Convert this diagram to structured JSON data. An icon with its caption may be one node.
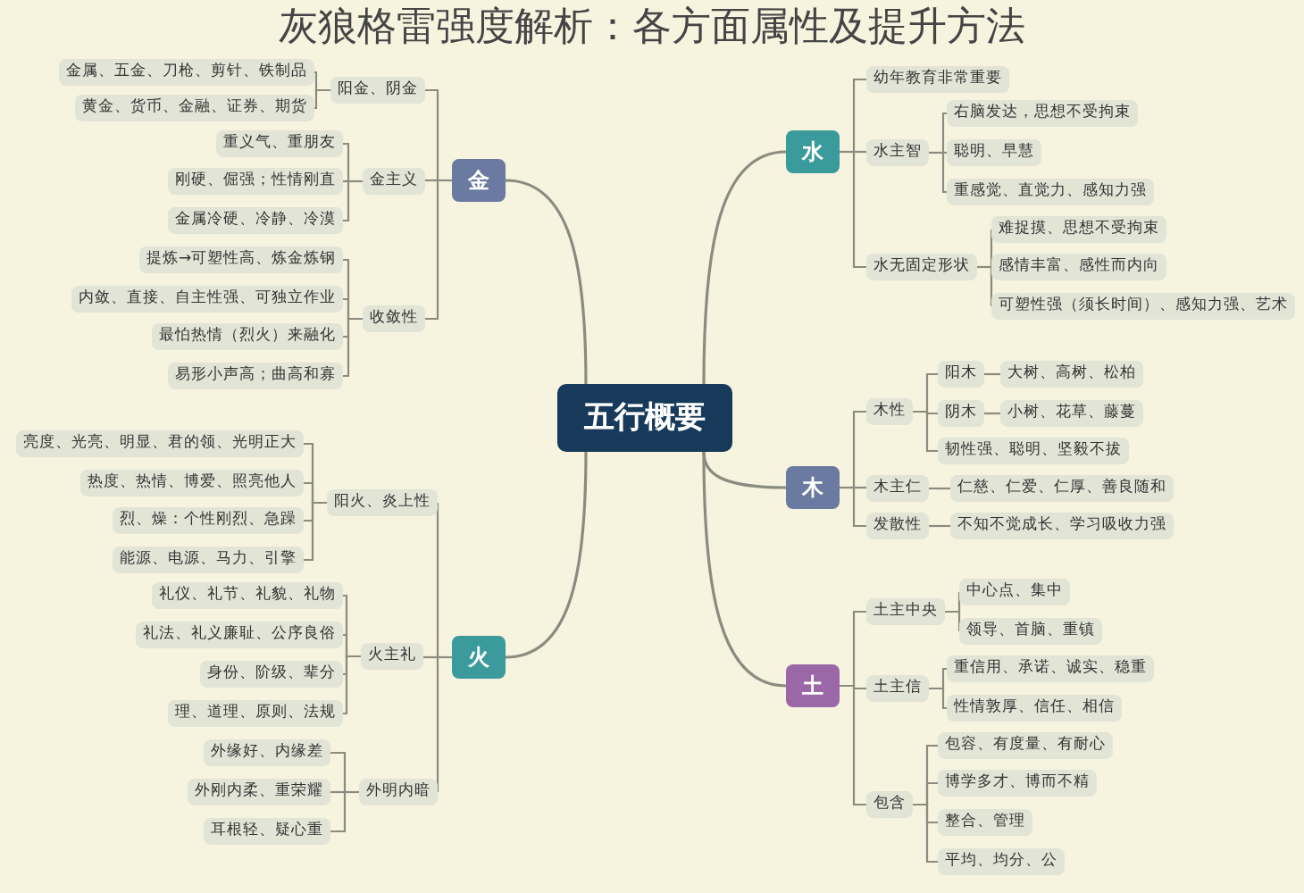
{
  "diagram": {
    "title": "灰狼格雷强度解析：各方面属性及提升方法",
    "nodes": [
      {
        "text": [
          "五行概要"
        ]
      },
      {
        "text": [
          "金"
        ]
      },
      {
        "text": [
          "阳金、阴金"
        ]
      },
      {
        "text": [
          "金属、五金、刀枪、剪针、铁制品"
        ]
      },
      {
        "text": [
          "黄金、货币、金融、证券、期货"
        ]
      },
      {
        "text": [
          "金主义"
        ]
      },
      {
        "text": [
          "重义气、重朋友"
        ]
      },
      {
        "text": [
          "刚硬、倔强；性情刚直"
        ]
      },
      {
        "text": [
          "金属冷硬、冷静、冷漠"
        ]
      },
      {
        "text": [
          "收敛性"
        ]
      },
      {
        "text": [
          "提炼→可塑性高、炼金炼钢"
        ]
      },
      {
        "text": [
          "内敛、直接、自主性强、可独立作业"
        ]
      },
      {
        "text": [
          "最怕热情（烈火）来融化"
        ]
      },
      {
        "text": [
          "易形小声高；曲高和寡"
        ]
      },
      {
        "text": [
          "火"
        ]
      },
      {
        "text": [
          "阳火、炎上性"
        ]
      },
      {
        "text": [
          "亮度、光亮、明显、君的领、光明正大"
        ]
      },
      {
        "text": [
          "热度、热情、博爱、照亮他人"
        ]
      },
      {
        "text": [
          "烈、燥：个性刚烈、急躁"
        ]
      },
      {
        "text": [
          "能源、电源、马力、引擎"
        ]
      },
      {
        "text": [
          "火主礼"
        ]
      },
      {
        "text": [
          "礼仪、礼节、礼貌、礼物"
        ]
      },
      {
        "text": [
          "礼法、礼义廉耻、公序良俗"
        ]
      },
      {
        "text": [
          "身份、阶级、辈分"
        ]
      },
      {
        "text": [
          "理、道理、原则、法规"
        ]
      },
      {
        "text": [
          "外明内暗"
        ]
      },
      {
        "text": [
          "外缘好、内缘差"
        ]
      },
      {
        "text": [
          "外刚内柔、重荣耀"
        ]
      },
      {
        "text": [
          "耳根轻、疑心重"
        ]
      },
      {
        "text": [
          "水"
        ]
      },
      {
        "text": [
          "幼年教育非常重要"
        ]
      },
      {
        "text": [
          "水主智"
        ]
      },
      {
        "text": [
          "右脑发达，思想不受拘束"
        ]
      },
      {
        "text": [
          "聪明、早慧"
        ]
      },
      {
        "text": [
          "重感觉、直觉力、感知力强"
        ]
      },
      {
        "text": [
          "水无固定形状"
        ]
      },
      {
        "text": [
          "难捉摸、思想不受拘束"
        ]
      },
      {
        "text": [
          "感情丰富、感性而内向"
        ]
      },
      {
        "text": [
          "可塑性强（须长时间）、感知力强、艺术"
        ]
      },
      {
        "text": [
          "木"
        ]
      },
      {
        "text": [
          "木性"
        ]
      },
      {
        "text": [
          "阳木"
        ]
      },
      {
        "text": [
          "大树、高树、松柏"
        ]
      },
      {
        "text": [
          "阴木"
        ]
      },
      {
        "text": [
          "小树、花草、藤蔓"
        ]
      },
      {
        "text": [
          "韧性强、聪明、坚毅不拔"
        ]
      },
      {
        "text": [
          "木主仁"
        ]
      },
      {
        "text": [
          "仁慈、仁爱、仁厚、善良随和"
        ]
      },
      {
        "text": [
          "发散性"
        ]
      },
      {
        "text": [
          "不知不觉成长、学习吸收力强"
        ]
      },
      {
        "text": [
          "土"
        ]
      },
      {
        "text": [
          "土主中央"
        ]
      },
      {
        "text": [
          "中心点、集中"
        ]
      },
      {
        "text": [
          "领导、首脑、重镇"
        ]
      },
      {
        "text": [
          "土主信"
        ]
      },
      {
        "text": [
          "重信用、承诺、诚实、稳重"
        ]
      },
      {
        "text": [
          "性情敦厚、信任、相信"
        ]
      },
      {
        "text": [
          "包含"
        ]
      },
      {
        "text": [
          "包容、有度量、有耐心"
        ]
      },
      {
        "text": [
          "博学多才、博而不精"
        ]
      },
      {
        "text": [
          "整合、管理"
        ]
      },
      {
        "text": [
          "平均、均分、公"
        ]
      }
    ],
    "edges": [
      {
        "from": 0,
        "to": 1,
        "arrow": "none"
      },
      {
        "from": 0,
        "to": 14,
        "arrow": "none"
      },
      {
        "from": 0,
        "to": 29,
        "arrow": "none"
      },
      {
        "from": 0,
        "to": 39,
        "arrow": "none"
      },
      {
        "from": 0,
        "to": 50,
        "arrow": "none"
      },
      {
        "from": 1,
        "to": 2,
        "arrow": "none"
      },
      {
        "from": 2,
        "to": 3,
        "arrow": "none"
      },
      {
        "from": 2,
        "to": 4,
        "arrow": "none"
      },
      {
        "from": 1,
        "to": 5,
        "arrow": "none"
      },
      {
        "from": 5,
        "to": 6,
        "arrow": "none"
      },
      {
        "from": 5,
        "to": 7,
        "arrow": "none"
      },
      {
        "from": 5,
        "to": 8,
        "arrow": "none"
      },
      {
        "from": 1,
        "to": 9,
        "arrow": "none"
      },
      {
        "from": 9,
        "to": 10,
        "arrow": "none"
      },
      {
        "from": 9,
        "to": 11,
        "arrow": "none"
      },
      {
        "from": 9,
        "to": 12,
        "arrow": "none"
      },
      {
        "from": 9,
        "to": 13,
        "arrow": "none"
      },
      {
        "from": 14,
        "to": 15,
        "arrow": "none"
      },
      {
        "from": 15,
        "to": 16,
        "arrow": "none"
      },
      {
        "from": 15,
        "to": 17,
        "arrow": "none"
      },
      {
        "from": 15,
        "to": 18,
        "arrow": "none"
      },
      {
        "from": 15,
        "to": 19,
        "arrow": "none"
      },
      {
        "from": 14,
        "to": 20,
        "arrow": "none"
      },
      {
        "from": 20,
        "to": 21,
        "arrow": "none"
      },
      {
        "from": 20,
        "to": 22,
        "arrow": "none"
      },
      {
        "from": 20,
        "to": 23,
        "arrow": "none"
      },
      {
        "from": 20,
        "to": 24,
        "arrow": "none"
      },
      {
        "from": 14,
        "to": 25,
        "arrow": "none"
      },
      {
        "from": 25,
        "to": 26,
        "arrow": "none"
      },
      {
        "from": 25,
        "to": 27,
        "arrow": "none"
      },
      {
        "from": 25,
        "to": 28,
        "arrow": "none"
      },
      {
        "from": 29,
        "to": 30,
        "arrow": "none"
      },
      {
        "from": 29,
        "to": 31,
        "arrow": "none"
      },
      {
        "from": 31,
        "to": 32,
        "arrow": "none"
      },
      {
        "from": 31,
        "to": 33,
        "arrow": "none"
      },
      {
        "from": 31,
        "to": 34,
        "arrow": "none"
      },
      {
        "from": 29,
        "to": 35,
        "arrow": "none"
      },
      {
        "from": 35,
        "to": 36,
        "arrow": "none"
      },
      {
        "from": 35,
        "to": 37,
        "arrow": "none"
      },
      {
        "from": 35,
        "to": 38,
        "arrow": "none"
      },
      {
        "from": 39,
        "to": 40,
        "arrow": "none"
      },
      {
        "from": 40,
        "to": 41,
        "arrow": "none"
      },
      {
        "from": 41,
        "to": 42,
        "arrow": "none"
      },
      {
        "from": 40,
        "to": 43,
        "arrow": "none"
      },
      {
        "from": 43,
        "to": 44,
        "arrow": "none"
      },
      {
        "from": 40,
        "to": 45,
        "arrow": "none"
      },
      {
        "from": 39,
        "to": 46,
        "arrow": "none"
      },
      {
        "from": 46,
        "to": 47,
        "arrow": "none"
      },
      {
        "from": 39,
        "to": 48,
        "arrow": "none"
      },
      {
        "from": 48,
        "to": 49,
        "arrow": "none"
      },
      {
        "from": 50,
        "to": 51,
        "arrow": "none"
      },
      {
        "from": 51,
        "to": 52,
        "arrow": "none"
      },
      {
        "from": 51,
        "to": 53,
        "arrow": "none"
      },
      {
        "from": 50,
        "to": 54,
        "arrow": "none"
      },
      {
        "from": 54,
        "to": 55,
        "arrow": "none"
      },
      {
        "from": 54,
        "to": 56,
        "arrow": "none"
      },
      {
        "from": 50,
        "to": 57,
        "arrow": "none"
      },
      {
        "from": 57,
        "to": 58,
        "arrow": "none"
      },
      {
        "from": 57,
        "to": 59,
        "arrow": "none"
      },
      {
        "from": 57,
        "to": 60,
        "arrow": "none"
      },
      {
        "from": 57,
        "to": 61,
        "arrow": "none"
      }
    ]
  }
}
